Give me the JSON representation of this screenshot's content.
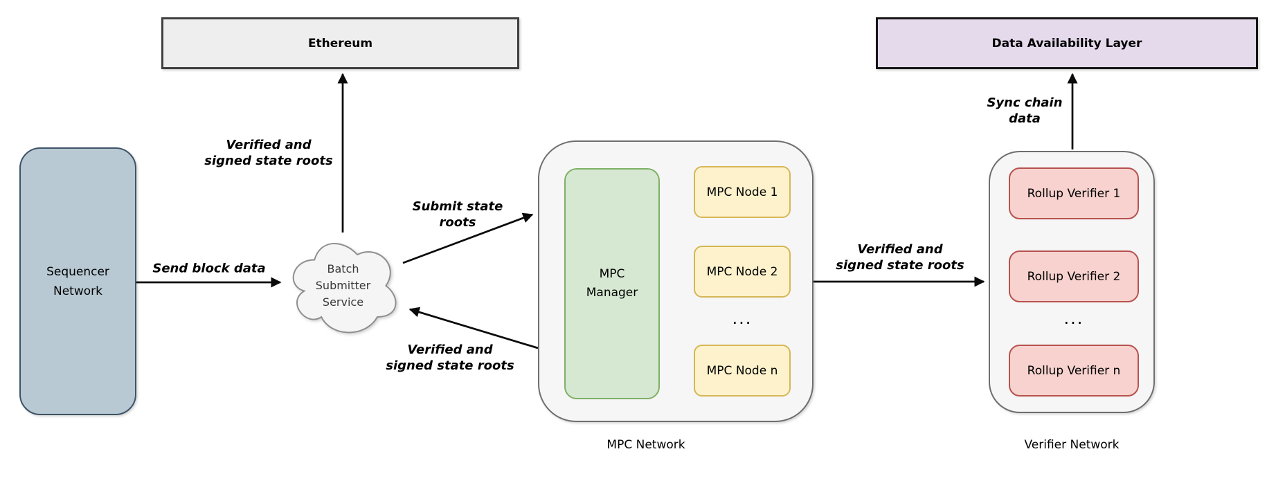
{
  "diagram": {
    "nodes": {
      "ethereum": {
        "label": "Ethereum"
      },
      "data_availability_layer": {
        "label": "Data Availability Layer"
      },
      "sequencer_network": {
        "label": "Sequencer\nNetwork"
      },
      "batch_submitter_service": {
        "label": "Batch\nSubmitter\nService"
      },
      "mpc_network": {
        "label": "MPC Network",
        "manager": {
          "label": "MPC\nManager"
        },
        "members": [
          "MPC Node 1",
          "MPC Node 2",
          "MPC Node n"
        ],
        "ellipsis": "..."
      },
      "verifier_network": {
        "label": "Verifier Network",
        "members": [
          "Rollup Verifier 1",
          "Rollup Verifier 2",
          "Rollup Verifier n"
        ],
        "ellipsis": "..."
      }
    },
    "edges": {
      "send_block_data": {
        "from": "sequencer_network",
        "to": "batch_submitter_service",
        "label": "Send block data"
      },
      "verified_roots_to_ethereum": {
        "from": "batch_submitter_service",
        "to": "ethereum",
        "label": "Verified and\nsigned state roots"
      },
      "submit_state_roots": {
        "from": "batch_submitter_service",
        "to": "mpc_network",
        "label": "Submit state\nroots"
      },
      "verified_roots_to_batch_submitter": {
        "from": "mpc_network",
        "to": "batch_submitter_service",
        "label": "Verified and\nsigned state roots"
      },
      "verified_roots_to_verifier_network": {
        "from": "mpc_network",
        "to": "verifier_network",
        "label": "Verified and\nsigned state roots"
      },
      "sync_chain_data": {
        "from": "verifier_network",
        "to": "data_availability_layer",
        "label": "Sync chain\ndata"
      }
    },
    "colors": {
      "ethereum-fill": "#eeeeee",
      "ethereum-border": "#3f3f3f",
      "da-fill": "#e4daec",
      "da-border": "#141414",
      "sequencer-fill": "#b8c9d3",
      "sequencer-border": "#3e5366",
      "cloud-fill": "#f5f5f5",
      "cloud-border": "#8f8f8f",
      "network-fill": "#f6f6f6",
      "network-border": "#6e6e6e",
      "manager-fill": "#d6e8d2",
      "manager-border": "#7fb065",
      "mpc-node-fill": "#fdf2cc",
      "mpc-node-border": "#d6b656",
      "verifier-fill": "#f7d2ce",
      "verifier-border": "#b7524e",
      "arrow": "#0a0a0a"
    }
  }
}
